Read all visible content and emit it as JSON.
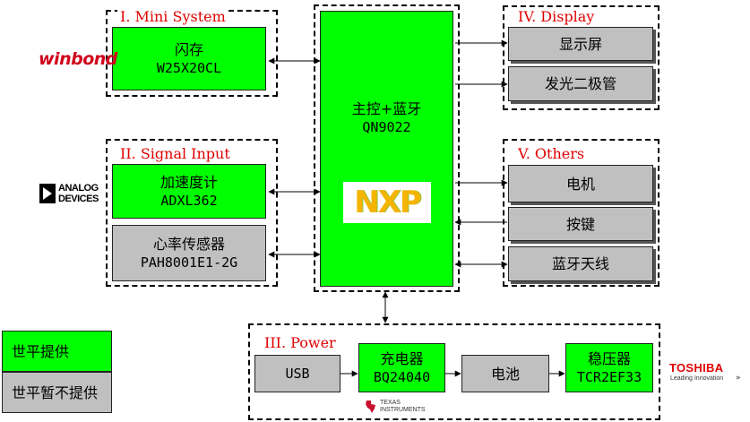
{
  "sections": {
    "mini_system": {
      "title": "I. Mini System"
    },
    "signal_input": {
      "title": "II. Signal Input"
    },
    "power": {
      "title": "III. Power"
    },
    "display": {
      "title": "IV. Display"
    },
    "others": {
      "title": "V. Others"
    }
  },
  "blocks": {
    "flash": {
      "name": "闪存",
      "part": "W25X20CL"
    },
    "accel": {
      "name": "加速度计",
      "part": "ADXL362"
    },
    "heart": {
      "name": "心率传感器",
      "part": "PAH8001E1-2G"
    },
    "mcu": {
      "name": "主控+蓝牙",
      "part": "QN9022"
    },
    "lcd": {
      "name": "显示屏"
    },
    "led": {
      "name": "发光二极管"
    },
    "motor": {
      "name": "电机"
    },
    "key": {
      "name": "按键"
    },
    "antenna": {
      "name": "蓝牙天线"
    },
    "usb": {
      "name": "USB"
    },
    "charger": {
      "name": "充电器",
      "part": "BQ24040"
    },
    "battery": {
      "name": "电池"
    },
    "ldo": {
      "name": "稳压器",
      "part": "TCR2EF33"
    }
  },
  "legend": {
    "provided": "世平提供",
    "not_provided": "世平暂不提供"
  },
  "logos": {
    "winbond": "winbond",
    "analog_line1": "ANALOG",
    "analog_line2": "DEVICES",
    "nxp": "NXP",
    "ti_line1": "TEXAS",
    "ti_line2": "INSTRUMENTS",
    "toshiba": "TOSHIBA",
    "toshiba_tagline": "Leading Innovation"
  },
  "colors": {
    "provided": "#00ff00",
    "not_provided": "#c0c0c0",
    "section_title": "#e00000",
    "winbond": "#d0021b",
    "toshiba": "#e00000"
  }
}
